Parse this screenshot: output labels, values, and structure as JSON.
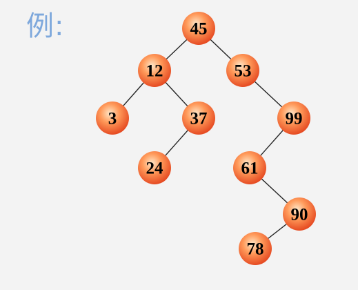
{
  "title": "例:",
  "tree": {
    "nodes": [
      {
        "id": "n45",
        "label": "45"
      },
      {
        "id": "n12",
        "label": "12"
      },
      {
        "id": "n53",
        "label": "53"
      },
      {
        "id": "n3",
        "label": "3"
      },
      {
        "id": "n37",
        "label": "37"
      },
      {
        "id": "n99",
        "label": "99"
      },
      {
        "id": "n24",
        "label": "24"
      },
      {
        "id": "n61",
        "label": "61"
      },
      {
        "id": "n90",
        "label": "90"
      },
      {
        "id": "n78",
        "label": "78"
      }
    ],
    "edges": [
      [
        "n45",
        "n12"
      ],
      [
        "n45",
        "n53"
      ],
      [
        "n12",
        "n3"
      ],
      [
        "n12",
        "n37"
      ],
      [
        "n53",
        "n99"
      ],
      [
        "n37",
        "n24"
      ],
      [
        "n99",
        "n61"
      ],
      [
        "n61",
        "n90"
      ],
      [
        "n90",
        "n78"
      ]
    ],
    "colors": {
      "node_light": "#ffe7c8",
      "node_mid": "#ff7a3a",
      "node_dark": "#e3421c",
      "edge": "#222222"
    }
  }
}
